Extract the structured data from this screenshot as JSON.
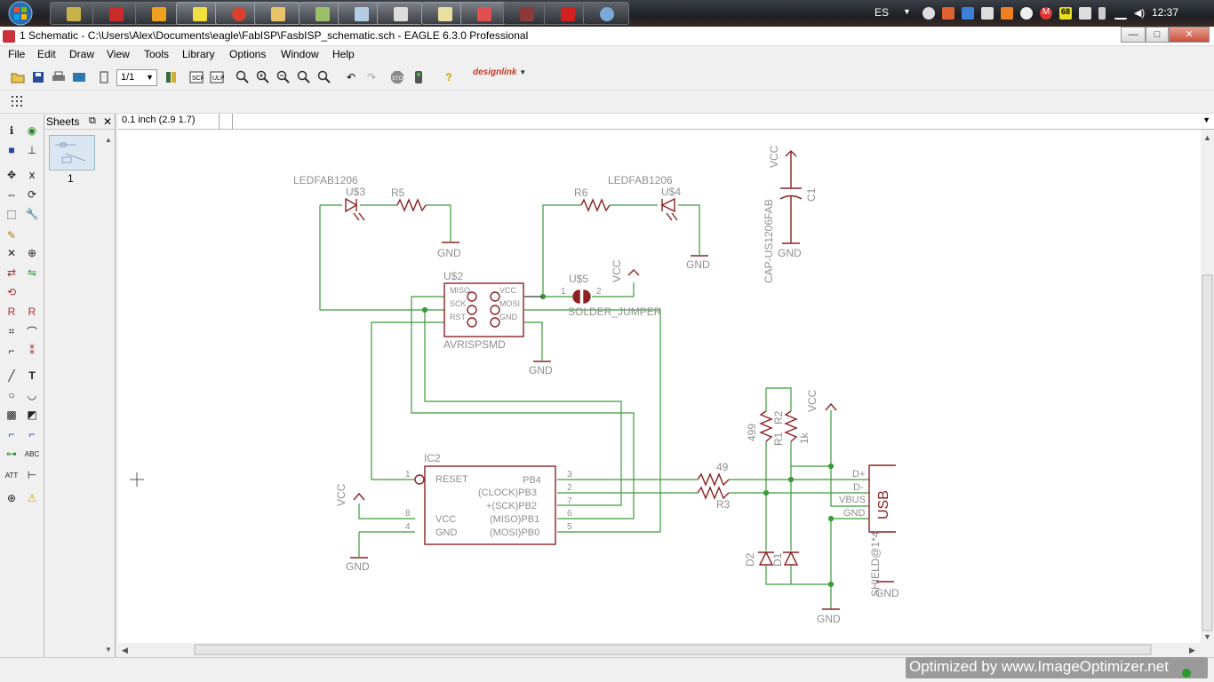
{
  "taskbar": {
    "language": "ES",
    "clock": "12:37",
    "tray_badge": "68"
  },
  "window": {
    "title": "1 Schematic - C:\\Users\\Alex\\Documents\\eagle\\FabISP\\FasbISP_schematic.sch - EAGLE 6.3.0 Professional",
    "minimize": "—",
    "maximize": "□",
    "close": "✕"
  },
  "menu": [
    "File",
    "Edit",
    "Draw",
    "View",
    "Tools",
    "Library",
    "Options",
    "Window",
    "Help"
  ],
  "toolbar": {
    "zoom_value": "1/1",
    "designlink_label": "designlink"
  },
  "sheets": {
    "title": "Sheets",
    "sheet_number": "1"
  },
  "coordinates": "0.1 inch (2.9 1.7)",
  "schematic": {
    "labels": {
      "led1_part": "LEDFAB1206",
      "led1_name": "U$3",
      "r5": "R5",
      "gnd1": "GND",
      "r6": "R6",
      "led2_part": "LEDFAB1206",
      "led2_name": "U$4",
      "gnd2": "GND",
      "vcc_c1": "VCC",
      "c1": "C1",
      "cap_part": "CAP-US1206FAB",
      "gnd_c1": "GND",
      "isp_name": "U$2",
      "isp_part": "AVRISPSMD",
      "isp_miso": "MISO",
      "isp_sck": "SCK",
      "isp_rst": "RST",
      "isp_vcc": "VCC",
      "isp_mosi": "MOSI",
      "isp_gnd": "GND",
      "gnd_isp": "GND",
      "jumper_name": "U$5",
      "jumper_part": "SOLDER_JUMPER",
      "jumper_pin1": "1",
      "jumper_pin2": "2",
      "vcc_jumper": "VCC",
      "ic2": "IC2",
      "ic_reset": "RESET",
      "ic_vcc": "VCC",
      "ic_gnd": "GND",
      "ic_pb4": "PB4",
      "ic_pb3": "(CLOCK)PB3",
      "ic_pb2": "+(SCK)PB2",
      "ic_pb1": "(MISO)PB1",
      "ic_pb0": "(MOSI)PB0",
      "pin1": "1",
      "pin8": "8",
      "pin4": "4",
      "pin3": "3",
      "pin2": "2",
      "pin7": "7",
      "pin6": "6",
      "pin5": "5",
      "vcc_ic": "VCC",
      "gnd_ic": "GND",
      "r1_val": "499",
      "r1": "R1",
      "r2": "R2",
      "r2_val": "1k",
      "vcc_usb": "VCC",
      "r4_val": "49",
      "r3": "R3",
      "usb_dplus": "D+",
      "usb_dminus": "D-",
      "usb_vbus": "VBUS",
      "usb_gnd": "GND",
      "usb": "USB",
      "shield": "SHIELD@1*4",
      "shield_gnd": "GND",
      "d2": "D2",
      "d1": "D1",
      "gnd_usb": "GND"
    }
  },
  "watermark": "Optimized by www.ImageOptimizer.net",
  "colors": {
    "net": "#3c9a3c",
    "part": "#8b2121",
    "text": "#8f8f8f",
    "pin": "#2a2a2a"
  }
}
